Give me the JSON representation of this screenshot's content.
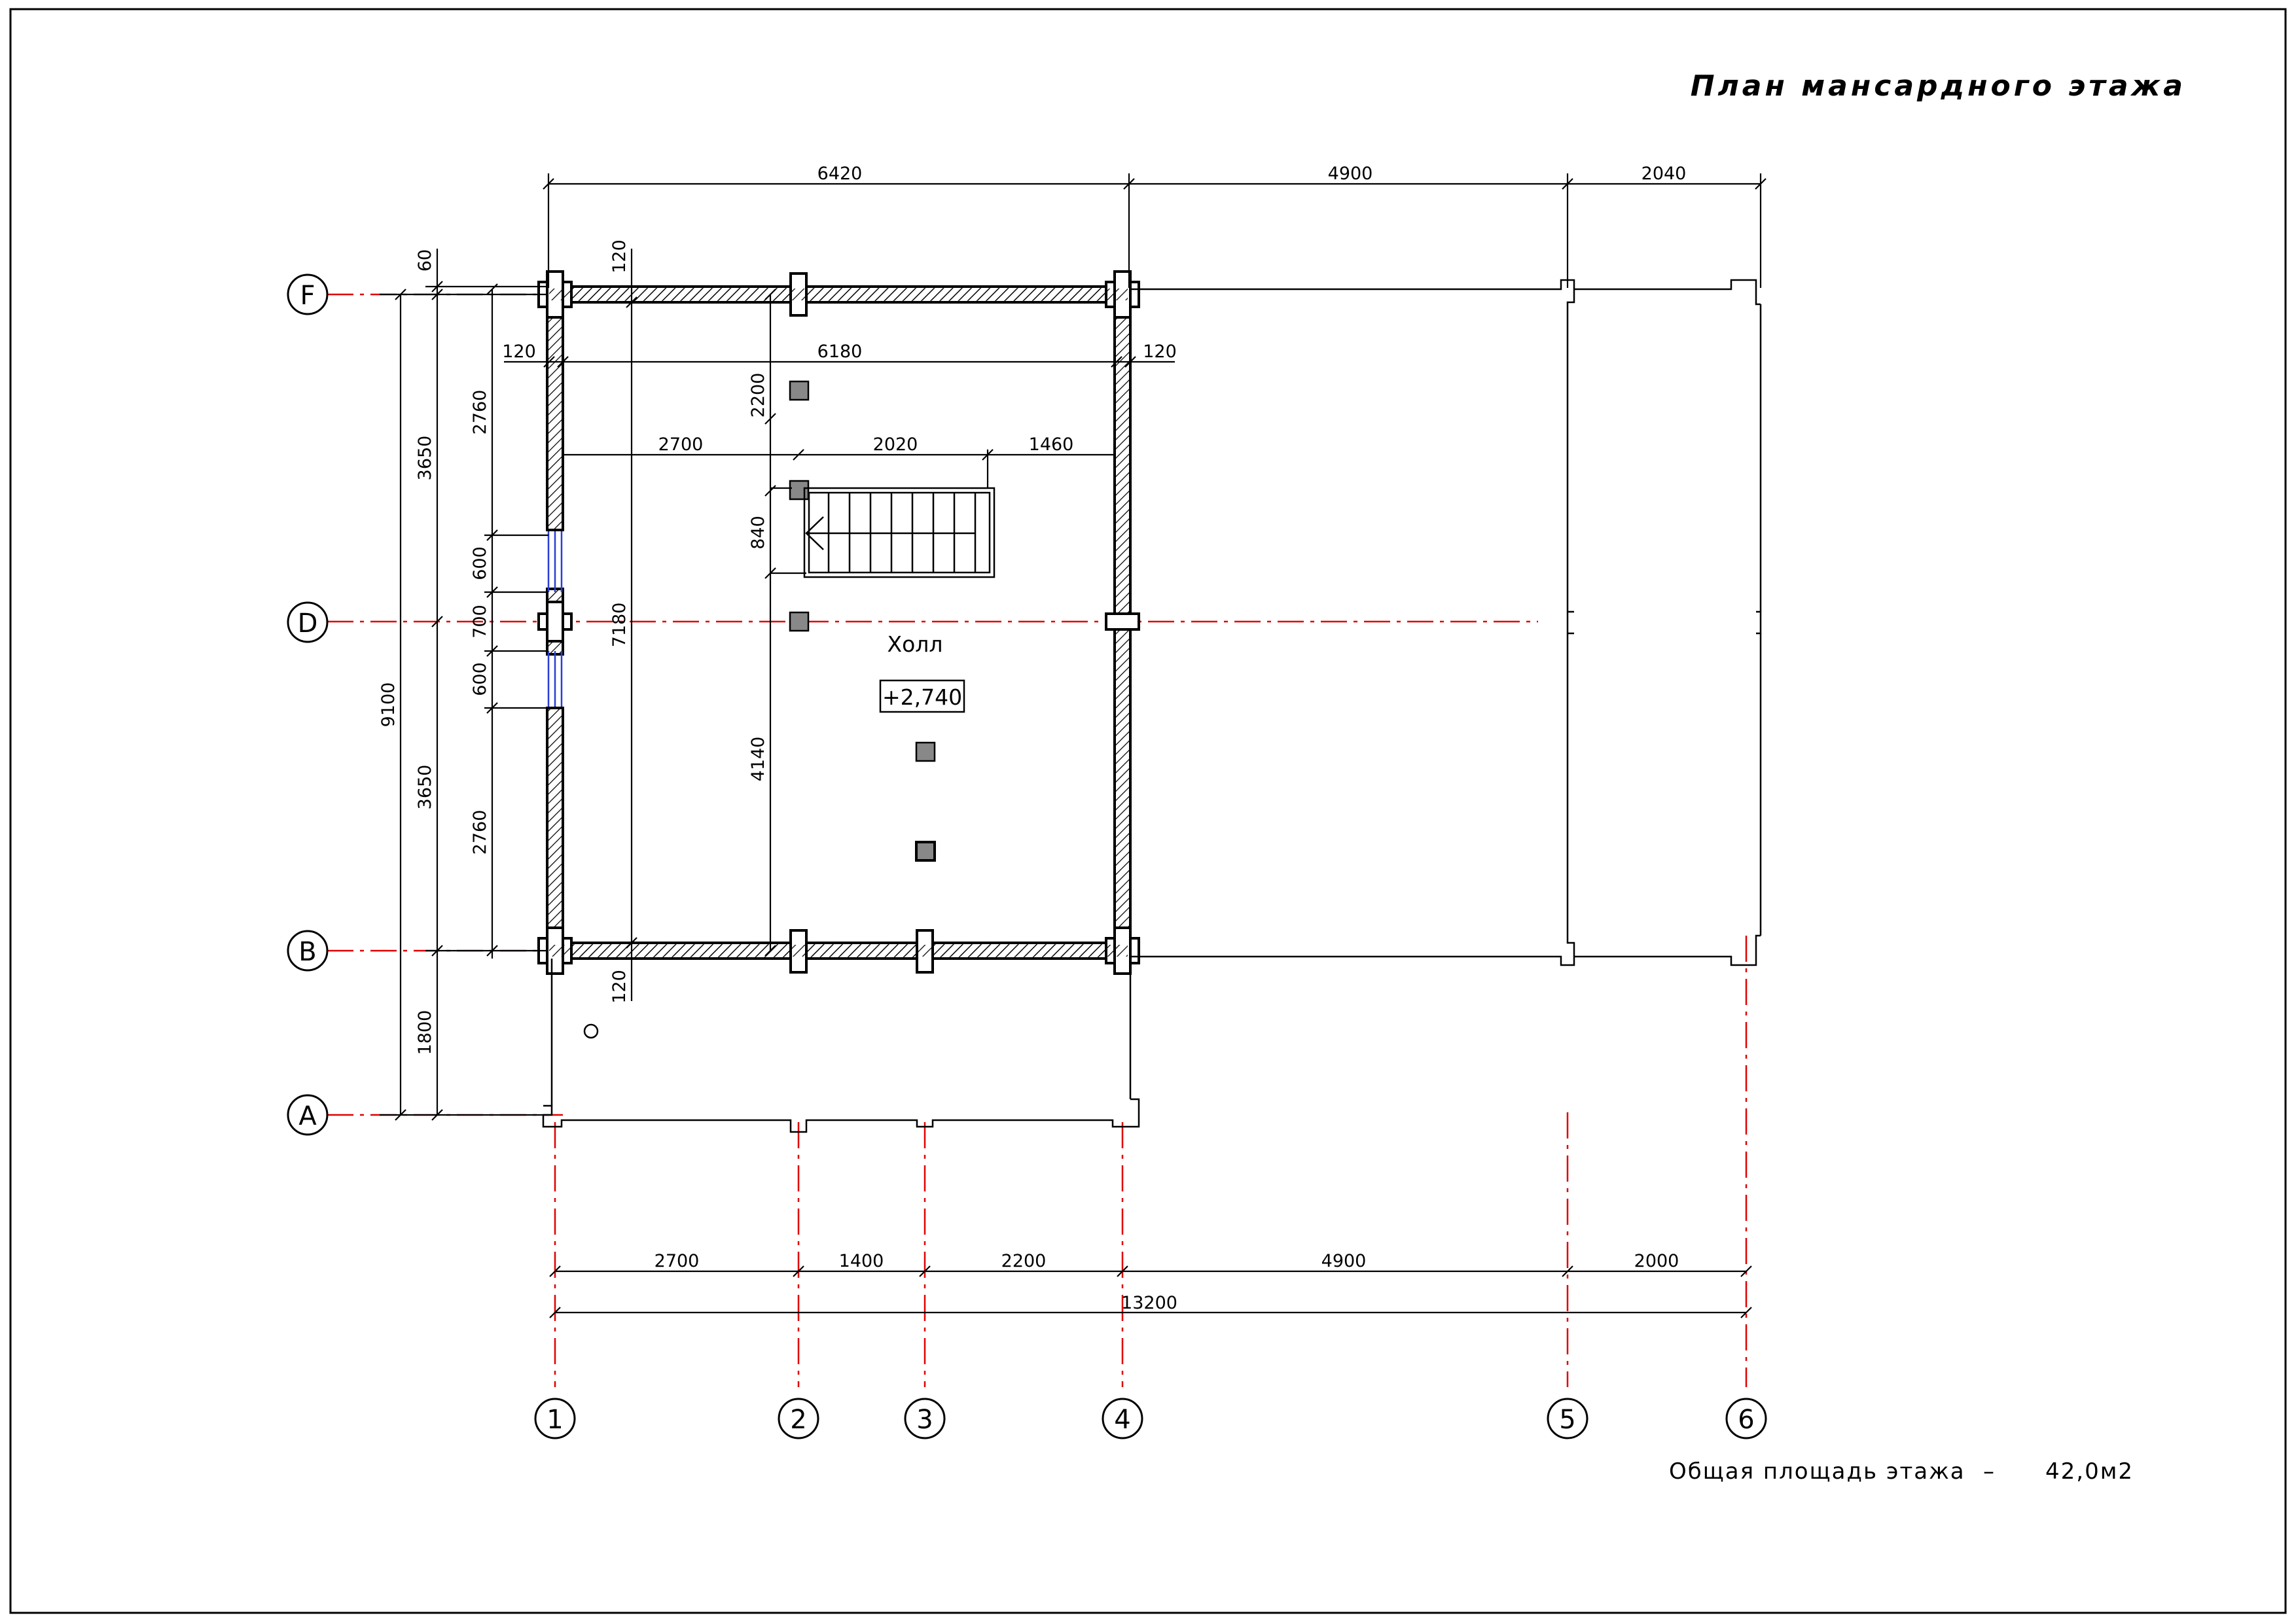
{
  "title": "План мансардного этажа",
  "room": {
    "name": "Холл",
    "level": "+2,740"
  },
  "area": {
    "label": "Общая площадь этажа",
    "dash": "–",
    "value": "42,0м2"
  },
  "axes": {
    "rows": [
      "F",
      "D",
      "B",
      "A"
    ],
    "columns": [
      "1",
      "2",
      "3",
      "4",
      "5",
      "6"
    ]
  },
  "dimensions": {
    "top": [
      "6420",
      "4900",
      "2040"
    ],
    "inner_width": {
      "left": "120",
      "center": "6180",
      "right": "120"
    },
    "stair_row": [
      "2700",
      "2020",
      "1460"
    ],
    "bottom_chain": [
      "2700",
      "1400",
      "2200",
      "4900",
      "2000"
    ],
    "bottom_total": "13200",
    "left_total": "9100",
    "left_spans": [
      "60",
      "3650",
      "3650",
      "1800"
    ],
    "left_window_chain": [
      "2760",
      "600",
      "700",
      "600",
      "2760"
    ],
    "wall_thickness_top": "120",
    "wall_thickness_bottom": "120",
    "inner_height": "7180",
    "column_distances": [
      "2200",
      "840",
      "4140"
    ]
  },
  "colors": {
    "axis_line": "#e00000",
    "window": "#2a3fd6",
    "line": "#000000",
    "column_fill": "#888888"
  }
}
